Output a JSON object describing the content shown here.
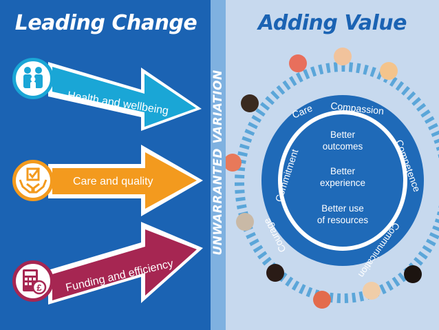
{
  "left": {
    "title": "Leading Change",
    "arrows": [
      {
        "label": "Health and wellbeing",
        "icon": "family-icon",
        "color": "#1aa6d6"
      },
      {
        "label": "Care and quality",
        "icon": "caring-hands-checkbox-icon",
        "color": "#f39a1e"
      },
      {
        "label": "Funding and efficiency",
        "icon": "calculator-pound-icon",
        "color": "#a62652"
      }
    ]
  },
  "divider": {
    "label": "UNWARRANTED VARIATION"
  },
  "right": {
    "title": "Adding Value",
    "values": [
      "Care",
      "Compassion",
      "Competence",
      "Communication",
      "Courage",
      "Commitment"
    ],
    "outcomes": [
      {
        "line1": "Better",
        "line2": "outcomes"
      },
      {
        "line1": "Better",
        "line2": "experience"
      },
      {
        "line1": "Better use",
        "line2": "of resources"
      }
    ]
  },
  "colors": {
    "panel_blue": "#1b63b3",
    "divider_blue": "#7fb1e0",
    "light_blue": "#c7d9ee",
    "ring_blue": "#1f6ab8"
  }
}
